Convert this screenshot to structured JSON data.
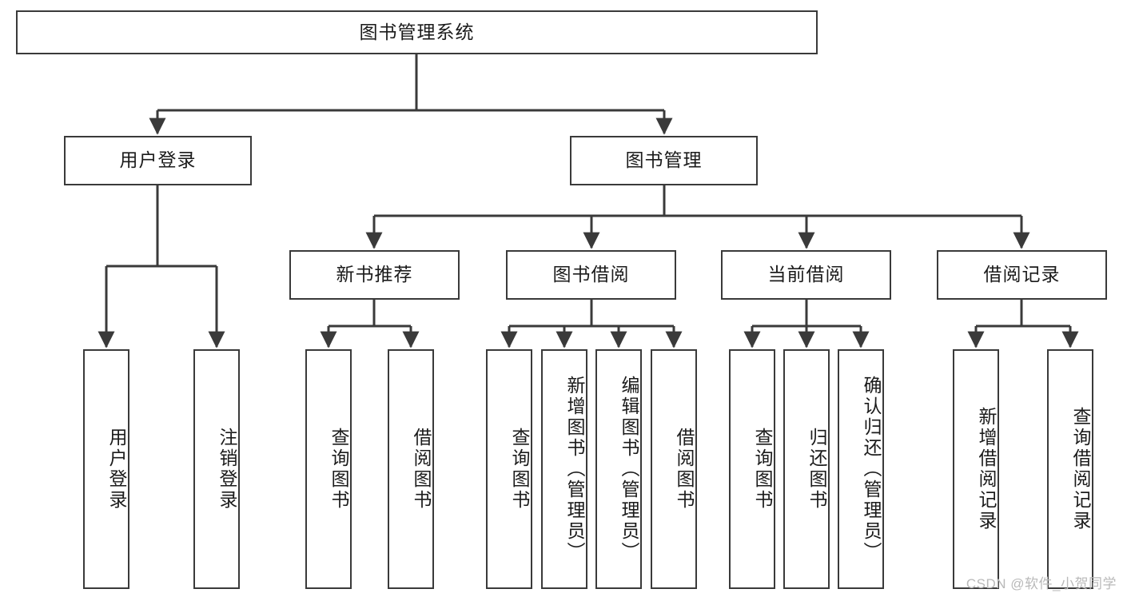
{
  "diagram": {
    "title": "图书管理系统",
    "watermark": "CSDN @软件_小贺同学",
    "line_color": "#3a3a3a",
    "background_color": "#ffffff",
    "text_color": "#1b1b1b",
    "watermark_color": "#b9b9b9"
  },
  "nodes": {
    "root": {
      "label": "图书管理系统"
    },
    "level2": [
      {
        "label": "用户登录"
      },
      {
        "label": "图书管理"
      }
    ],
    "level3": [
      {
        "label": "新书推荐"
      },
      {
        "label": "图书借阅"
      },
      {
        "label": "当前借阅"
      },
      {
        "label": "借阅记录"
      }
    ],
    "leaves": {
      "user_login": [
        {
          "label": "用户登录"
        },
        {
          "label": "注销登录"
        }
      ],
      "new_book": [
        {
          "label": "查询图书"
        },
        {
          "label": "借阅图书"
        }
      ],
      "book_borrow": [
        {
          "label": "查询图书"
        },
        {
          "label": "新增图书（管理员）"
        },
        {
          "label": "编辑图书（管理员）"
        },
        {
          "label": "借阅图书"
        }
      ],
      "current_borrow": [
        {
          "label": "查询图书"
        },
        {
          "label": "归还图书"
        },
        {
          "label": "确认归还（管理员）"
        }
      ],
      "borrow_record": [
        {
          "label": "新增借阅记录"
        },
        {
          "label": "查询借阅记录"
        }
      ]
    }
  },
  "chart_data": {
    "type": "table",
    "title": "图书管理系统 功能结构图",
    "hierarchy": [
      {
        "label": "图书管理系统",
        "children": [
          {
            "label": "用户登录",
            "children": [
              {
                "label": "用户登录"
              },
              {
                "label": "注销登录"
              }
            ]
          },
          {
            "label": "图书管理",
            "children": [
              {
                "label": "新书推荐",
                "children": [
                  {
                    "label": "查询图书"
                  },
                  {
                    "label": "借阅图书"
                  }
                ]
              },
              {
                "label": "图书借阅",
                "children": [
                  {
                    "label": "查询图书"
                  },
                  {
                    "label": "新增图书（管理员）"
                  },
                  {
                    "label": "编辑图书（管理员）"
                  },
                  {
                    "label": "借阅图书"
                  }
                ]
              },
              {
                "label": "当前借阅",
                "children": [
                  {
                    "label": "查询图书"
                  },
                  {
                    "label": "归还图书"
                  },
                  {
                    "label": "确认归还（管理员）"
                  }
                ]
              },
              {
                "label": "借阅记录",
                "children": [
                  {
                    "label": "新增借阅记录"
                  },
                  {
                    "label": "查询借阅记录"
                  }
                ]
              }
            ]
          }
        ]
      }
    ]
  }
}
